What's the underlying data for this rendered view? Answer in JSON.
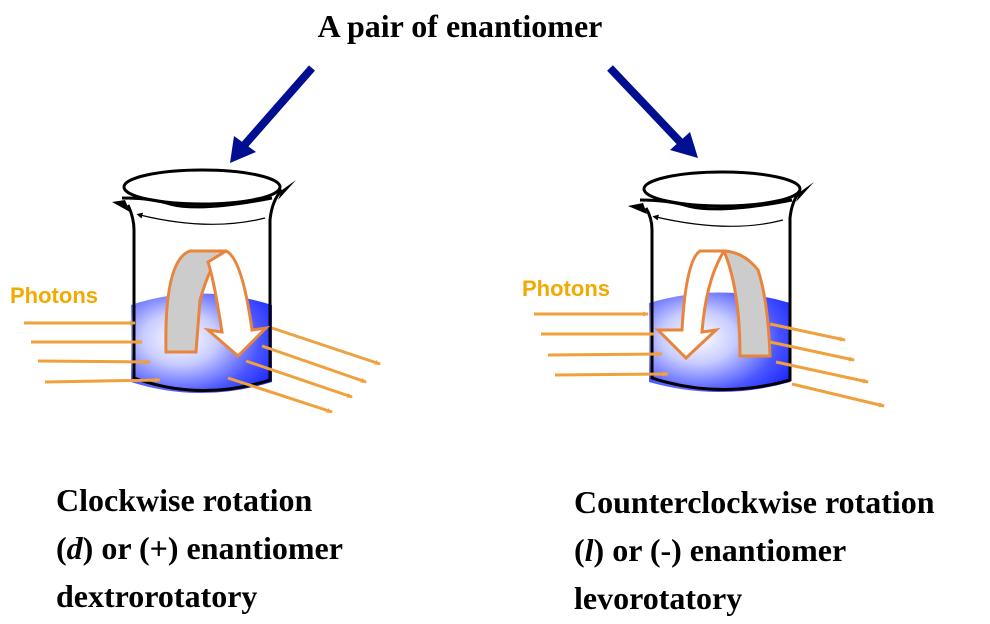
{
  "title": "A pair of enantiomer",
  "colors": {
    "pointer_arrow": "#000f8f",
    "photon": "#f0a03c",
    "photon_label": "#f2a900",
    "rotation_outline": "#e8843c",
    "rotation_back": "#cccccc",
    "liquid": "#2f3cff",
    "beaker_outline": "#000000"
  },
  "left": {
    "photon_label": "Photons",
    "rotation_direction": "clockwise",
    "caption": {
      "line1": "Clockwise rotation",
      "line2_open": "(",
      "line2_symbol": "d",
      "line2_rest": ") or (+) enantiomer",
      "line3": "dextrorotatory"
    }
  },
  "right": {
    "photon_label": "Photons",
    "rotation_direction": "counterclockwise",
    "caption": {
      "line1": "Counterclockwise rotation",
      "line2_open": "(",
      "line2_symbol": "l",
      "line2_rest": ") or (-) enantiomer",
      "line3": "levorotatory"
    }
  }
}
